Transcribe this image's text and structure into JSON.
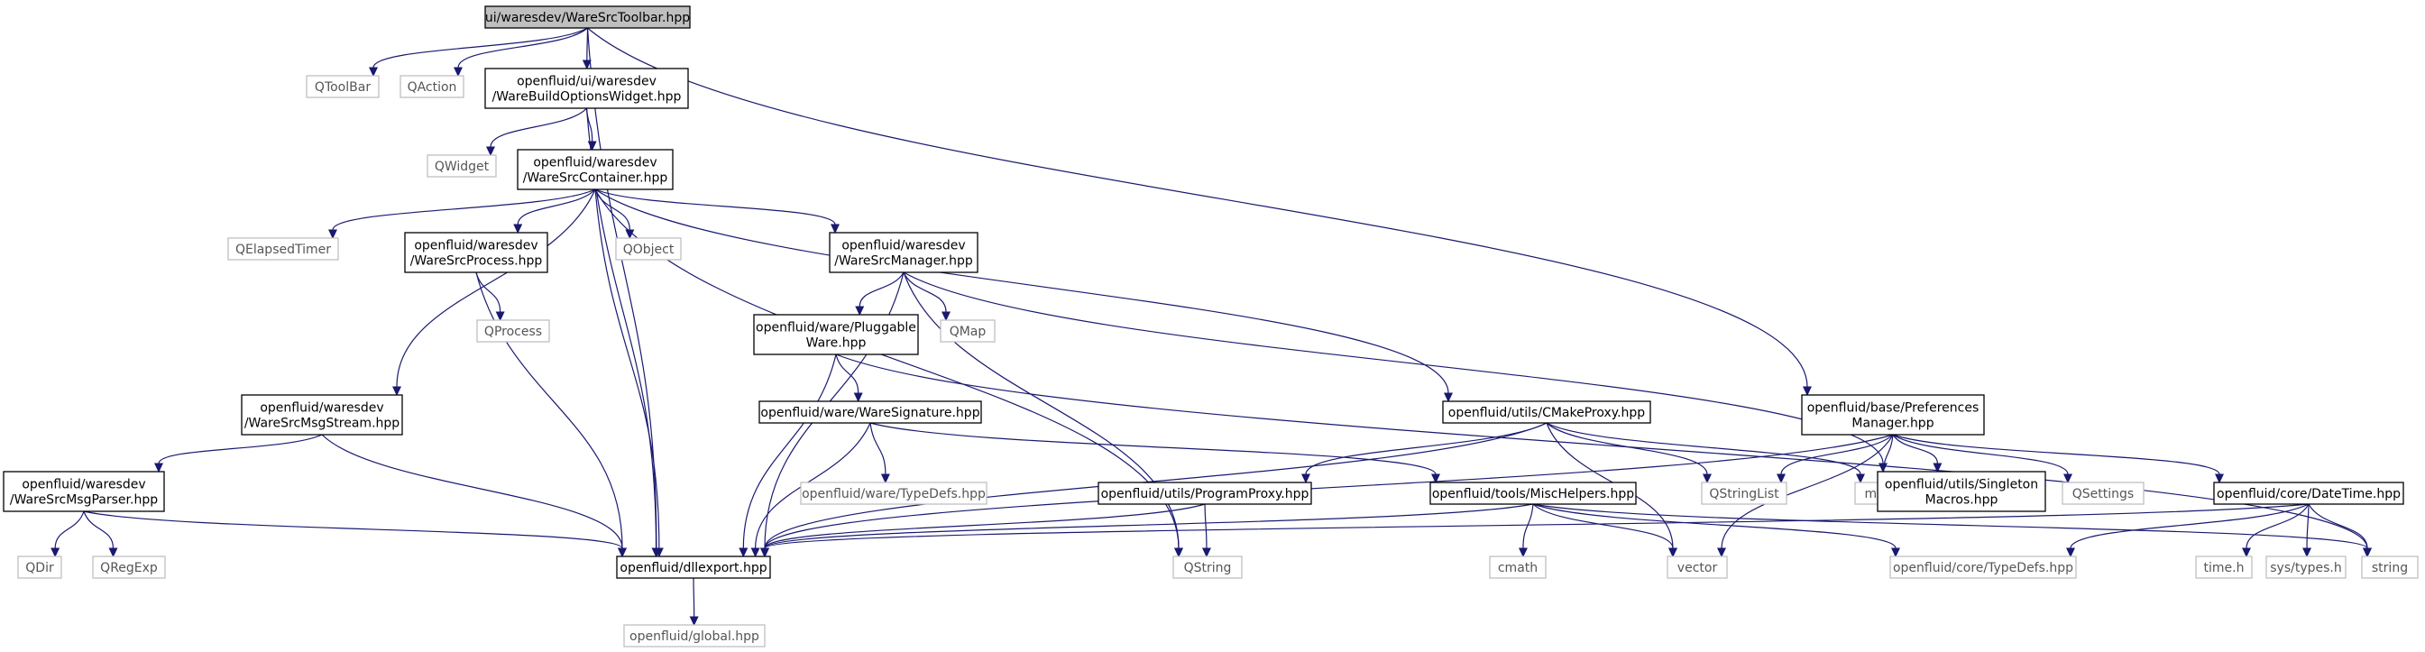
{
  "nodes": [
    {
      "id": "toolbar",
      "lines": [
        "ui/waresdev/WareSrcToolbar.hpp"
      ],
      "kind": "main"
    },
    {
      "id": "qtoolbar",
      "lines": [
        "QToolBar"
      ],
      "kind": "external"
    },
    {
      "id": "qaction",
      "lines": [
        "QAction"
      ],
      "kind": "external"
    },
    {
      "id": "buildopts",
      "lines": [
        "openfluid/ui/waresdev",
        "/WareBuildOptionsWidget.hpp"
      ],
      "kind": "internal"
    },
    {
      "id": "qwidget",
      "lines": [
        "QWidget"
      ],
      "kind": "external"
    },
    {
      "id": "container",
      "lines": [
        "openfluid/waresdev",
        "/WareSrcContainer.hpp"
      ],
      "kind": "internal"
    },
    {
      "id": "qelapsed",
      "lines": [
        "QElapsedTimer"
      ],
      "kind": "external"
    },
    {
      "id": "process",
      "lines": [
        "openfluid/waresdev",
        "/WareSrcProcess.hpp"
      ],
      "kind": "internal"
    },
    {
      "id": "qobject",
      "lines": [
        "QObject"
      ],
      "kind": "external"
    },
    {
      "id": "manager",
      "lines": [
        "openfluid/waresdev",
        "/WareSrcManager.hpp"
      ],
      "kind": "internal"
    },
    {
      "id": "qprocess",
      "lines": [
        "QProcess"
      ],
      "kind": "external"
    },
    {
      "id": "pluggable",
      "lines": [
        "openfluid/ware/Pluggable",
        "Ware.hpp"
      ],
      "kind": "internal"
    },
    {
      "id": "qmap",
      "lines": [
        "QMap"
      ],
      "kind": "external"
    },
    {
      "id": "msgstream",
      "lines": [
        "openfluid/waresdev",
        "/WareSrcMsgStream.hpp"
      ],
      "kind": "internal"
    },
    {
      "id": "signature",
      "lines": [
        "openfluid/ware/WareSignature.hpp"
      ],
      "kind": "internal"
    },
    {
      "id": "cmakeproxy",
      "lines": [
        "openfluid/utils/CMakeProxy.hpp"
      ],
      "kind": "internal"
    },
    {
      "id": "prefs",
      "lines": [
        "openfluid/base/Preferences",
        "Manager.hpp"
      ],
      "kind": "internal"
    },
    {
      "id": "msgparser",
      "lines": [
        "openfluid/waresdev",
        "/WareSrcMsgParser.hpp"
      ],
      "kind": "internal"
    },
    {
      "id": "waretypedefs",
      "lines": [
        "openfluid/ware/TypeDefs.hpp"
      ],
      "kind": "external"
    },
    {
      "id": "progproxy",
      "lines": [
        "openfluid/utils/ProgramProxy.hpp"
      ],
      "kind": "internal"
    },
    {
      "id": "mischelpers",
      "lines": [
        "openfluid/tools/MiscHelpers.hpp"
      ],
      "kind": "internal"
    },
    {
      "id": "qstringlist",
      "lines": [
        "QStringList"
      ],
      "kind": "external"
    },
    {
      "id": "map",
      "lines": [
        "map"
      ],
      "kind": "external"
    },
    {
      "id": "singleton",
      "lines": [
        "openfluid/utils/Singleton",
        "Macros.hpp"
      ],
      "kind": "internal"
    },
    {
      "id": "qsettings",
      "lines": [
        "QSettings"
      ],
      "kind": "external"
    },
    {
      "id": "datetime",
      "lines": [
        "openfluid/core/DateTime.hpp"
      ],
      "kind": "internal"
    },
    {
      "id": "qdir",
      "lines": [
        "QDir"
      ],
      "kind": "external"
    },
    {
      "id": "qregexp",
      "lines": [
        "QRegExp"
      ],
      "kind": "external"
    },
    {
      "id": "dllexport",
      "lines": [
        "openfluid/dllexport.hpp"
      ],
      "kind": "internal"
    },
    {
      "id": "qstring",
      "lines": [
        "QString"
      ],
      "kind": "external"
    },
    {
      "id": "cmath",
      "lines": [
        "cmath"
      ],
      "kind": "external"
    },
    {
      "id": "vector",
      "lines": [
        "vector"
      ],
      "kind": "external"
    },
    {
      "id": "coretypedefs",
      "lines": [
        "openfluid/core/TypeDefs.hpp"
      ],
      "kind": "external"
    },
    {
      "id": "timeh",
      "lines": [
        "time.h"
      ],
      "kind": "external"
    },
    {
      "id": "systypes",
      "lines": [
        "sys/types.h"
      ],
      "kind": "external"
    },
    {
      "id": "string",
      "lines": [
        "string"
      ],
      "kind": "external"
    },
    {
      "id": "global",
      "lines": [
        "openfluid/global.hpp"
      ],
      "kind": "external"
    }
  ],
  "edges": [
    [
      "toolbar",
      "qtoolbar"
    ],
    [
      "toolbar",
      "qaction"
    ],
    [
      "toolbar",
      "buildopts"
    ],
    [
      "toolbar",
      "dllexport"
    ],
    [
      "toolbar",
      "prefs"
    ],
    [
      "buildopts",
      "qwidget"
    ],
    [
      "buildopts",
      "container"
    ],
    [
      "buildopts",
      "dllexport"
    ],
    [
      "container",
      "qelapsed"
    ],
    [
      "container",
      "process"
    ],
    [
      "container",
      "qobject"
    ],
    [
      "container",
      "manager"
    ],
    [
      "container",
      "msgstream"
    ],
    [
      "container",
      "dllexport"
    ],
    [
      "container",
      "qstring"
    ],
    [
      "container",
      "cmakeproxy"
    ],
    [
      "process",
      "qprocess"
    ],
    [
      "process",
      "dllexport"
    ],
    [
      "manager",
      "pluggable"
    ],
    [
      "manager",
      "qmap"
    ],
    [
      "manager",
      "dllexport"
    ],
    [
      "manager",
      "qstring"
    ],
    [
      "manager",
      "singleton"
    ],
    [
      "pluggable",
      "signature"
    ],
    [
      "pluggable",
      "dllexport"
    ],
    [
      "pluggable",
      "string"
    ],
    [
      "signature",
      "waretypedefs"
    ],
    [
      "signature",
      "dllexport"
    ],
    [
      "signature",
      "mischelpers"
    ],
    [
      "msgstream",
      "msgparser"
    ],
    [
      "msgstream",
      "dllexport"
    ],
    [
      "msgparser",
      "qdir"
    ],
    [
      "msgparser",
      "qregexp"
    ],
    [
      "msgparser",
      "dllexport"
    ],
    [
      "cmakeproxy",
      "progproxy"
    ],
    [
      "cmakeproxy",
      "qstringlist"
    ],
    [
      "cmakeproxy",
      "map"
    ],
    [
      "cmakeproxy",
      "vector"
    ],
    [
      "cmakeproxy",
      "dllexport"
    ],
    [
      "progproxy",
      "qstring"
    ],
    [
      "progproxy",
      "dllexport"
    ],
    [
      "mischelpers",
      "cmath"
    ],
    [
      "mischelpers",
      "vector"
    ],
    [
      "mischelpers",
      "coretypedefs"
    ],
    [
      "mischelpers",
      "string"
    ],
    [
      "mischelpers",
      "dllexport"
    ],
    [
      "prefs",
      "dllexport"
    ],
    [
      "prefs",
      "qstringlist"
    ],
    [
      "prefs",
      "map"
    ],
    [
      "prefs",
      "singleton"
    ],
    [
      "prefs",
      "qsettings"
    ],
    [
      "prefs",
      "datetime"
    ],
    [
      "prefs",
      "vector"
    ],
    [
      "datetime",
      "dllexport"
    ],
    [
      "datetime",
      "coretypedefs"
    ],
    [
      "datetime",
      "timeh"
    ],
    [
      "datetime",
      "systypes"
    ],
    [
      "datetime",
      "string"
    ],
    [
      "dllexport",
      "global"
    ]
  ]
}
